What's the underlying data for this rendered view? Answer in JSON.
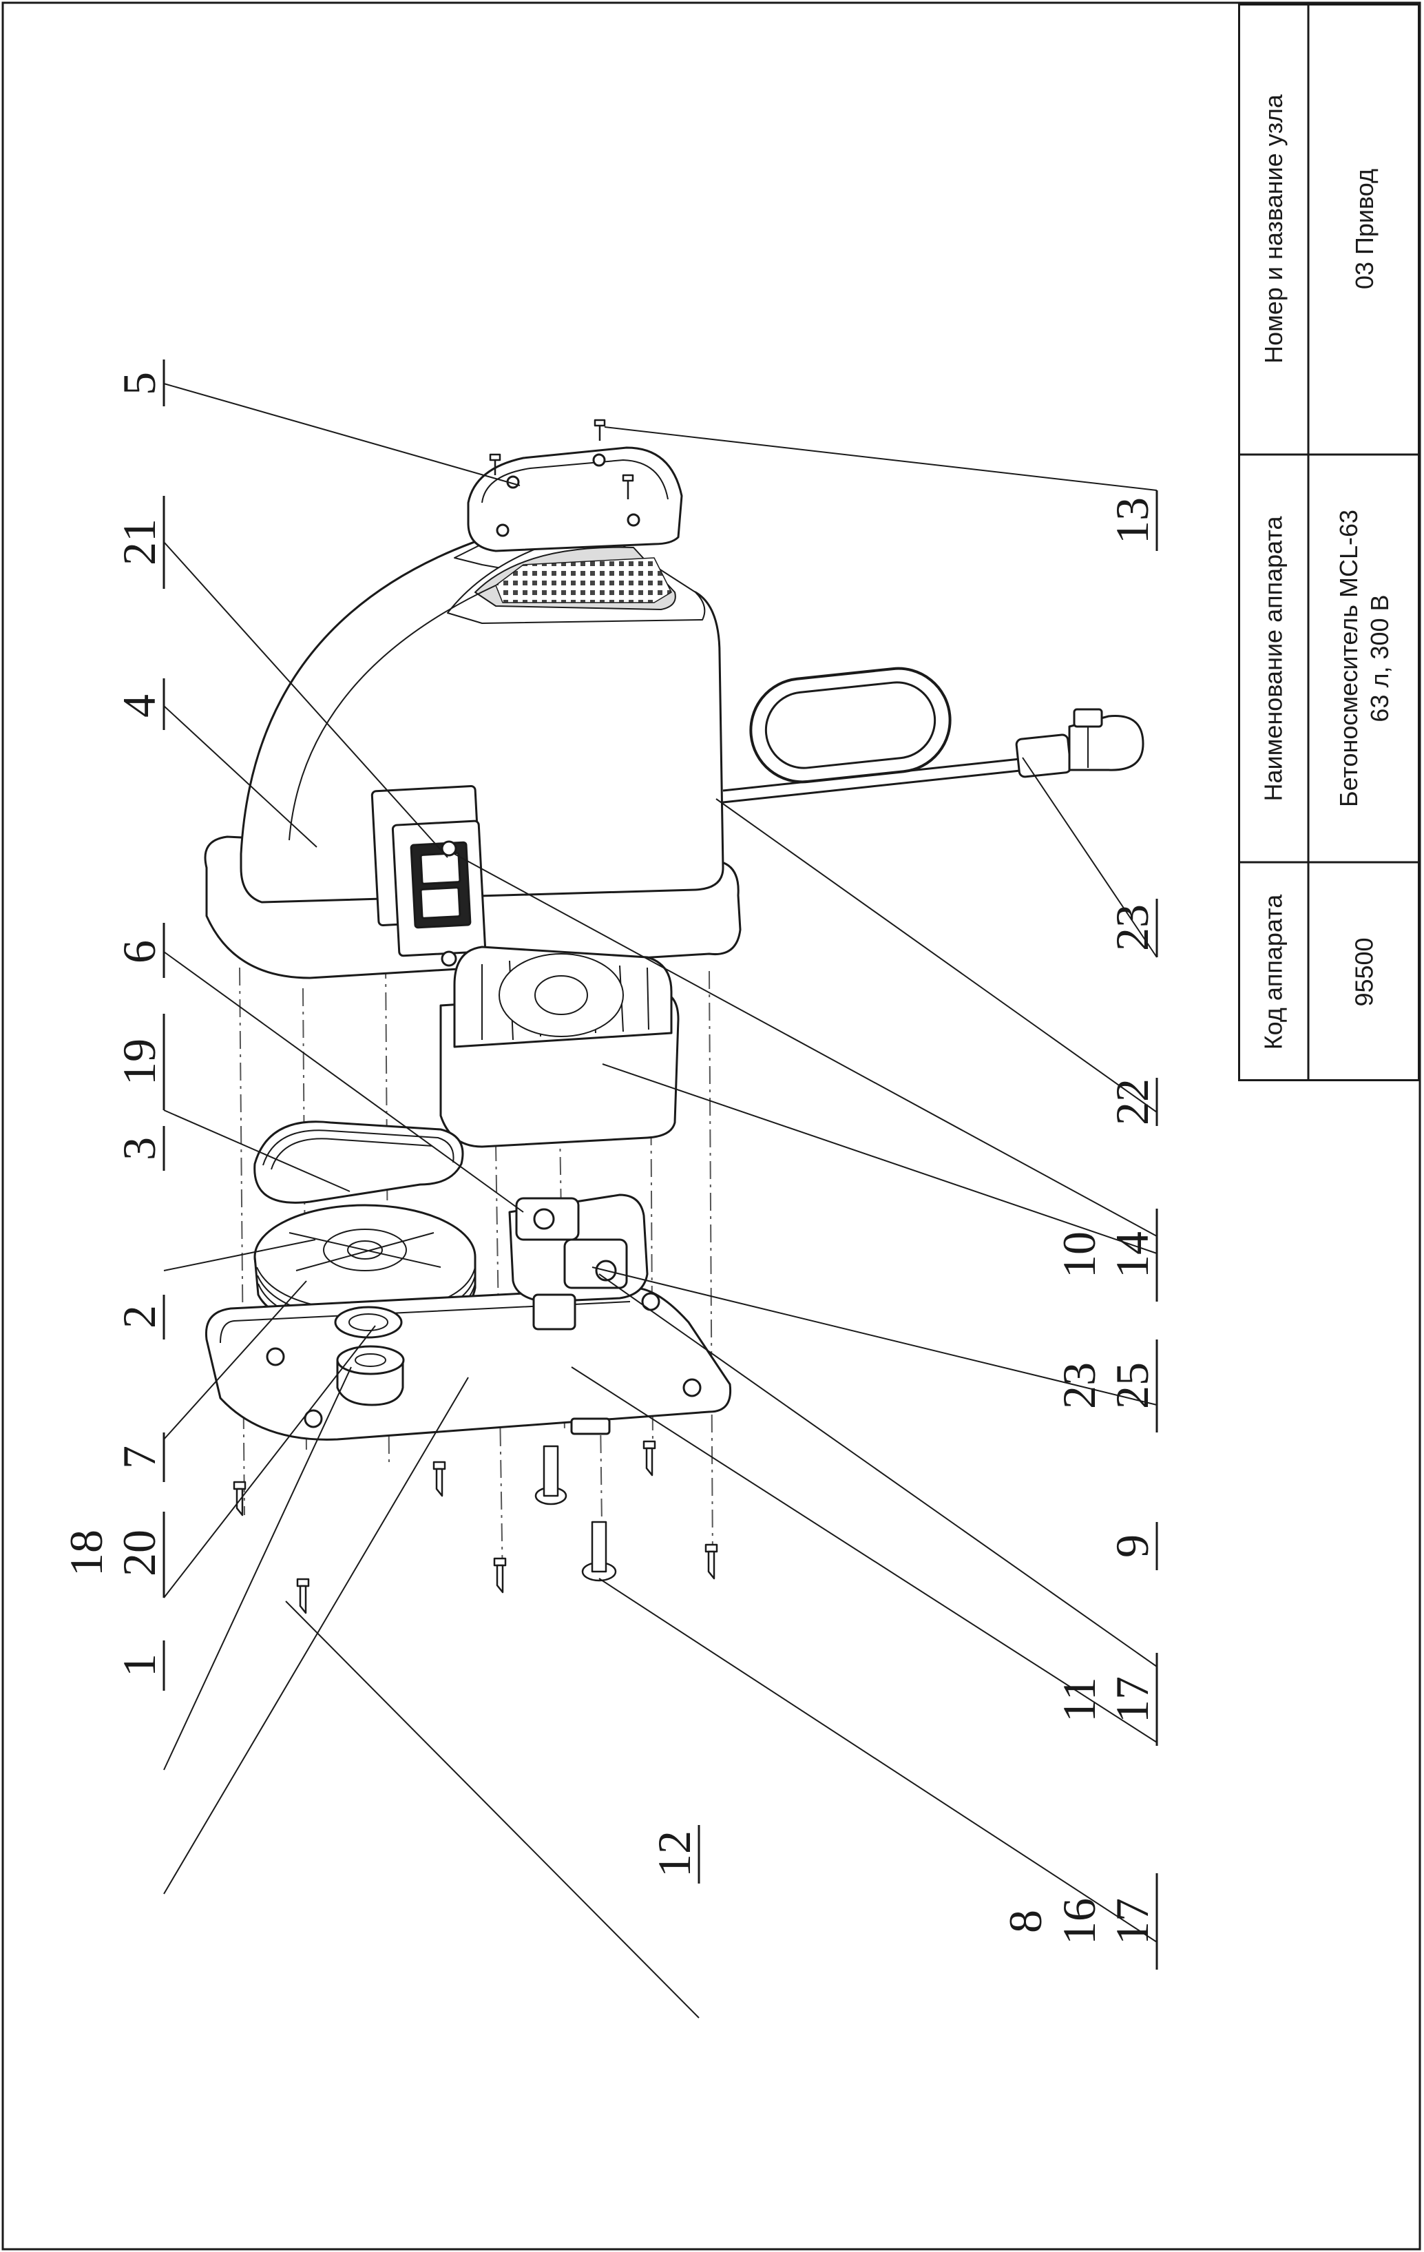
{
  "title_block": {
    "code_header": "Код аппарата",
    "code_value": "95500",
    "name_header": "Наименование аппарата",
    "name_value_line1": "Бетоносмеситель MCL-63",
    "name_value_line2": "63 л, 300 В",
    "node_header": "Номер и название узла",
    "node_value": "03 Привод"
  },
  "callouts": {
    "c1": "1",
    "c2": "2",
    "c3": "3",
    "c4": "4",
    "c5": "5",
    "c6": "6",
    "c7": "7",
    "c8": "8",
    "c9": "9",
    "c10": "10",
    "c11": "11",
    "c12": "12",
    "c13": "13",
    "c14": "14",
    "c16": "16",
    "c17a": "17",
    "c17b": "17",
    "c18": "18",
    "c19": "19",
    "c20": "20",
    "c21": "21",
    "c22": "22",
    "c23a": "23",
    "c23b": "23",
    "c25": "25"
  },
  "colors": {
    "line": "#1a1a1a",
    "part_fill": "#ffffff",
    "hatch": "#444444"
  }
}
